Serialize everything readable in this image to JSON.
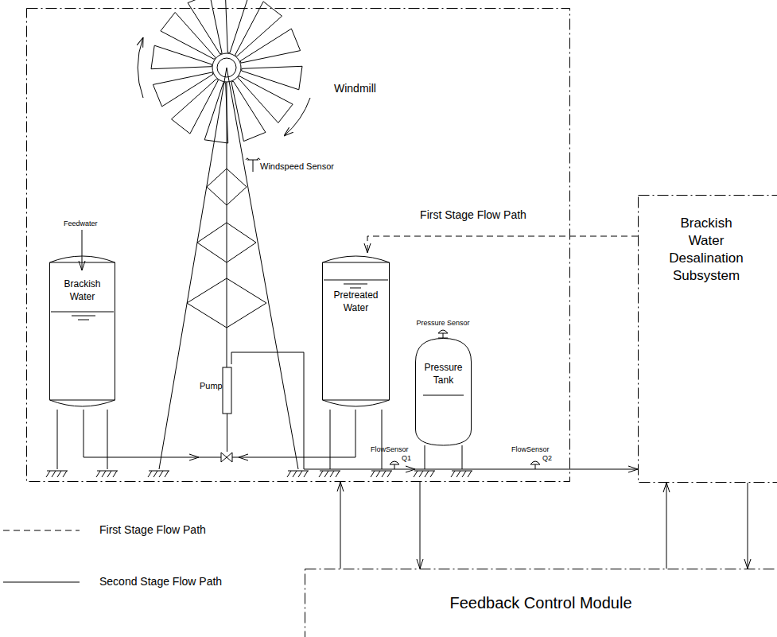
{
  "diagram": {
    "nodes": [
      {
        "text": [
          "Windmill"
        ]
      },
      {
        "text": [
          "Brackish Water"
        ],
        "in": 0
      },
      {
        "text": [
          "Pump"
        ],
        "in": 0
      },
      {
        "text": [
          "Pretreated Water"
        ],
        "in": 0
      },
      {
        "text": [
          "Pressure Tank"
        ],
        "in": 0
      },
      {
        "text": [
          "Brackish Water Desalination Subsystem"
        ]
      },
      {
        "text": [
          "Feedback Control Module"
        ]
      }
    ],
    "edges": [
      {
        "from": 1,
        "to": 2,
        "arrow": "to"
      },
      {
        "from": 3,
        "to": 2,
        "arrow": "to"
      },
      {
        "from": 2,
        "to": 4,
        "arrow": "to"
      },
      {
        "from": 4,
        "to": 5,
        "arrow": "to"
      },
      {
        "from": 5,
        "to": 3,
        "label": "First Stage Flow Path",
        "arrow": "to"
      },
      {
        "from": 6,
        "to": 0,
        "arrow": "to"
      },
      {
        "from": 0,
        "to": 6,
        "arrow": "to"
      },
      {
        "from": 6,
        "to": 5,
        "arrow": "to"
      },
      {
        "from": 5,
        "to": 6,
        "arrow": "to"
      }
    ],
    "labels": [
      "Feedwater",
      "Windspeed Sensor",
      "Pressure Sensor",
      "FlowSensor",
      "Q1",
      "FlowSensor",
      "Q2"
    ],
    "legend": [
      {
        "text": "First Stage Flow Path"
      },
      {
        "text": "Second Stage Flow Path"
      }
    ]
  }
}
